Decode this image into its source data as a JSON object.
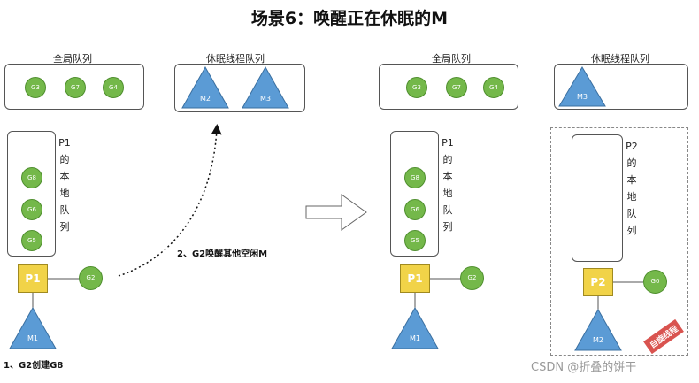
{
  "title": "场景6：唤醒正在休眠的M",
  "left": {
    "global_queue": {
      "label": "全局队列",
      "items": [
        "G3",
        "G7",
        "G4"
      ]
    },
    "sleep_queue": {
      "label": "休眠线程队列",
      "items": [
        "M2",
        "M3"
      ]
    },
    "p1_local_queue": {
      "label": "P1的本地队列",
      "items": [
        "G8",
        "G6",
        "G5"
      ]
    },
    "processor": "P1",
    "attached_goroutine": "G2",
    "machine": "M1",
    "note_create": "1、G2创建G8",
    "note_wake": "2、G2唤醒其他空闲M"
  },
  "right": {
    "global_queue": {
      "label": "全局队列",
      "items": [
        "G3",
        "G7",
        "G4"
      ]
    },
    "sleep_queue": {
      "label": "休眠线程队列",
      "items": [
        "M3"
      ]
    },
    "p1_local_queue": {
      "label": "P1的本地队列",
      "items": [
        "G8",
        "G6",
        "G5"
      ]
    },
    "processor_1": "P1",
    "goroutine_1": "G2",
    "machine_1": "M1",
    "p2_local_queue": {
      "label": "P2的本地队列"
    },
    "processor_2": "P2",
    "goroutine_2": "G0",
    "machine_2": "M2",
    "stamp": "自旋线程"
  },
  "watermark": "CSDN @折叠的饼干",
  "colors": {
    "goroutine": "#74b84a",
    "processor": "#f1d348",
    "machine": "#5b9bd5",
    "stamp": "#d9534f"
  }
}
